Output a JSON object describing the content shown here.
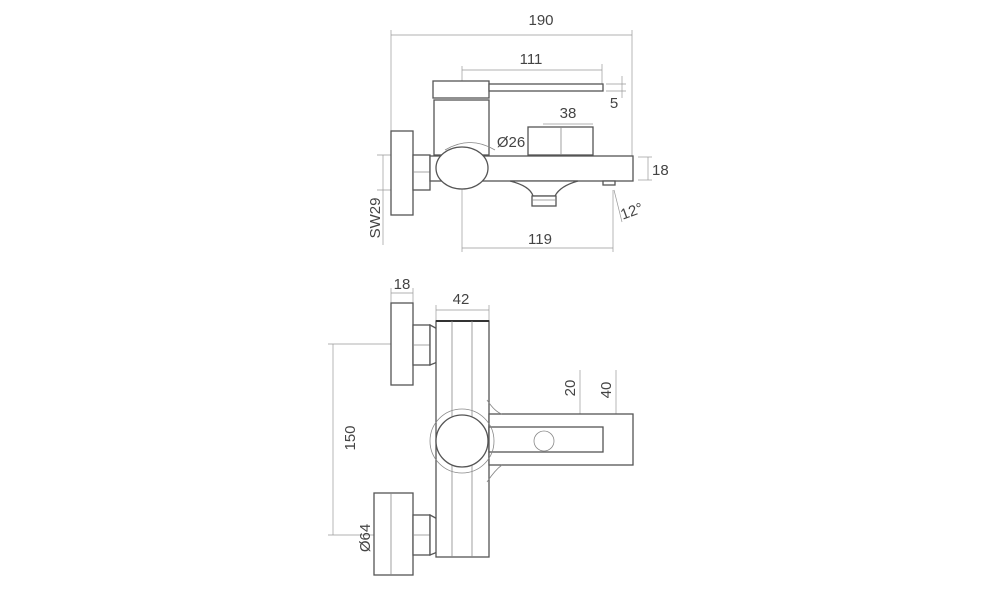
{
  "side_view": {
    "dim_overall_length": "190",
    "dim_lever_length": "111",
    "dim_lever_thickness": "5",
    "dim_diverter_width": "38",
    "dim_body_diameter": "Ø26",
    "dim_spout_height": "18",
    "dim_spout_angle": "12°",
    "dim_spout_projection": "119",
    "dim_nut_size": "SW29"
  },
  "front_view": {
    "dim_flange_depth": "18",
    "dim_body_width": "42",
    "dim_inlet_spacing": "150",
    "dim_flange_diameter": "Ø64",
    "dim_inner_spout": "20",
    "dim_outer_spout": "40"
  }
}
